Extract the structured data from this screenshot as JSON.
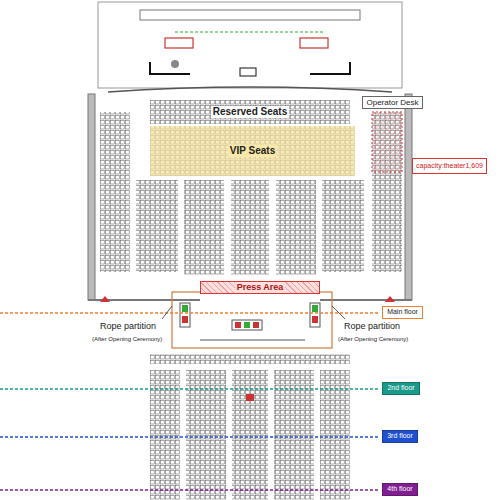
{
  "diagram": {
    "nodes": [
      {
        "text": [
          "Reserved Seats"
        ]
      },
      {
        "text": [
          "VIP Seats"
        ]
      },
      {
        "text": [
          "Operator Desk"
        ]
      },
      {
        "text": [
          "capacity:theater1,609"
        ]
      },
      {
        "text": [
          "Press Area"
        ]
      },
      {
        "text": [
          "Main floor"
        ]
      },
      {
        "text": [
          "2nd floor"
        ]
      },
      {
        "text": [
          "3rd floor"
        ]
      },
      {
        "text": [
          "4th floor"
        ]
      }
    ],
    "labels": [
      "Rope partition",
      "(After Opening Ceremony)",
      "Rope partition",
      "(After Opening Ceremony)"
    ]
  }
}
